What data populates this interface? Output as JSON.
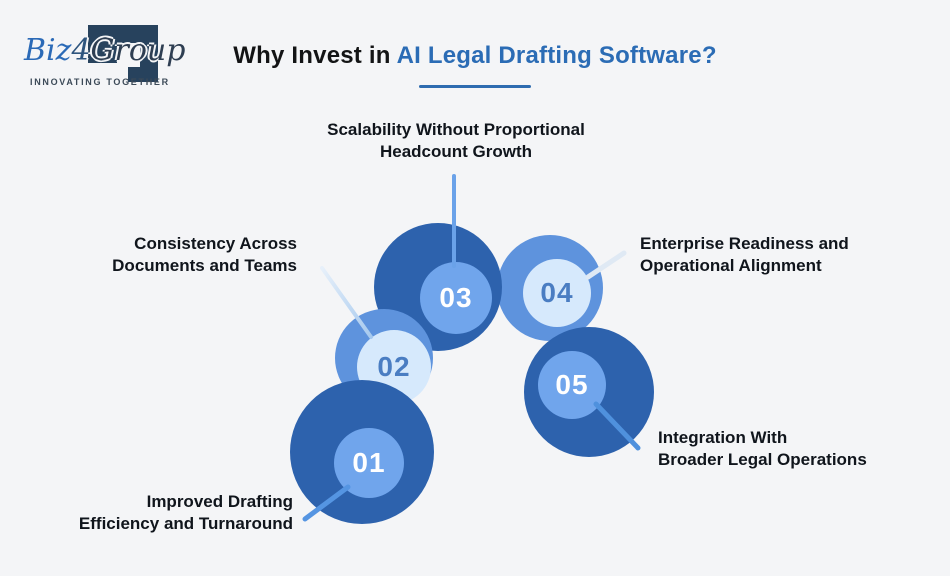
{
  "logo": {
    "biz": "Biz",
    "four": "4",
    "group": "Group",
    "tagline": "INNOVATING TOGETHER",
    "mark_icon": "corner-bracket",
    "colors": {
      "blue": "#2b6ab7",
      "navy": "#27425d"
    }
  },
  "header": {
    "title_prefix": "Why Invest in",
    "title_highlight": "AI Legal Drafting Software?",
    "highlight_color": "#2b6cb5",
    "underline_color": "#2e6cb0"
  },
  "steps": [
    {
      "number": "01",
      "label": "Improved Drafting\nEfficiency and Turnaround",
      "circle_style": "dark-outer-medium-inner"
    },
    {
      "number": "02",
      "label": "Consistency Across\nDocuments and Teams",
      "circle_style": "medium-outer-light-inner"
    },
    {
      "number": "03",
      "label": "Scalability Without Proportional\nHeadcount Growth",
      "circle_style": "dark-outer-medium-inner"
    },
    {
      "number": "04",
      "label": "Enterprise Readiness and\nOperational Alignment",
      "circle_style": "medium-outer-light-inner"
    },
    {
      "number": "05",
      "label": "Integration With\nBroader Legal Operations",
      "circle_style": "dark-outer-medium-inner"
    }
  ],
  "palette": {
    "background": "#f4f5f7",
    "outer_dark": "#2d62ad",
    "outer_medium": "#5e93dd",
    "inner_medium": "#70a5ec",
    "inner_light": "#d6e9fc",
    "number_on_light": "#4a7dc2",
    "number_on_medium": "#ffffff",
    "label_text": "#10151c",
    "connector_medium": "#5595e2",
    "connector_light": "#bcd6f1"
  }
}
